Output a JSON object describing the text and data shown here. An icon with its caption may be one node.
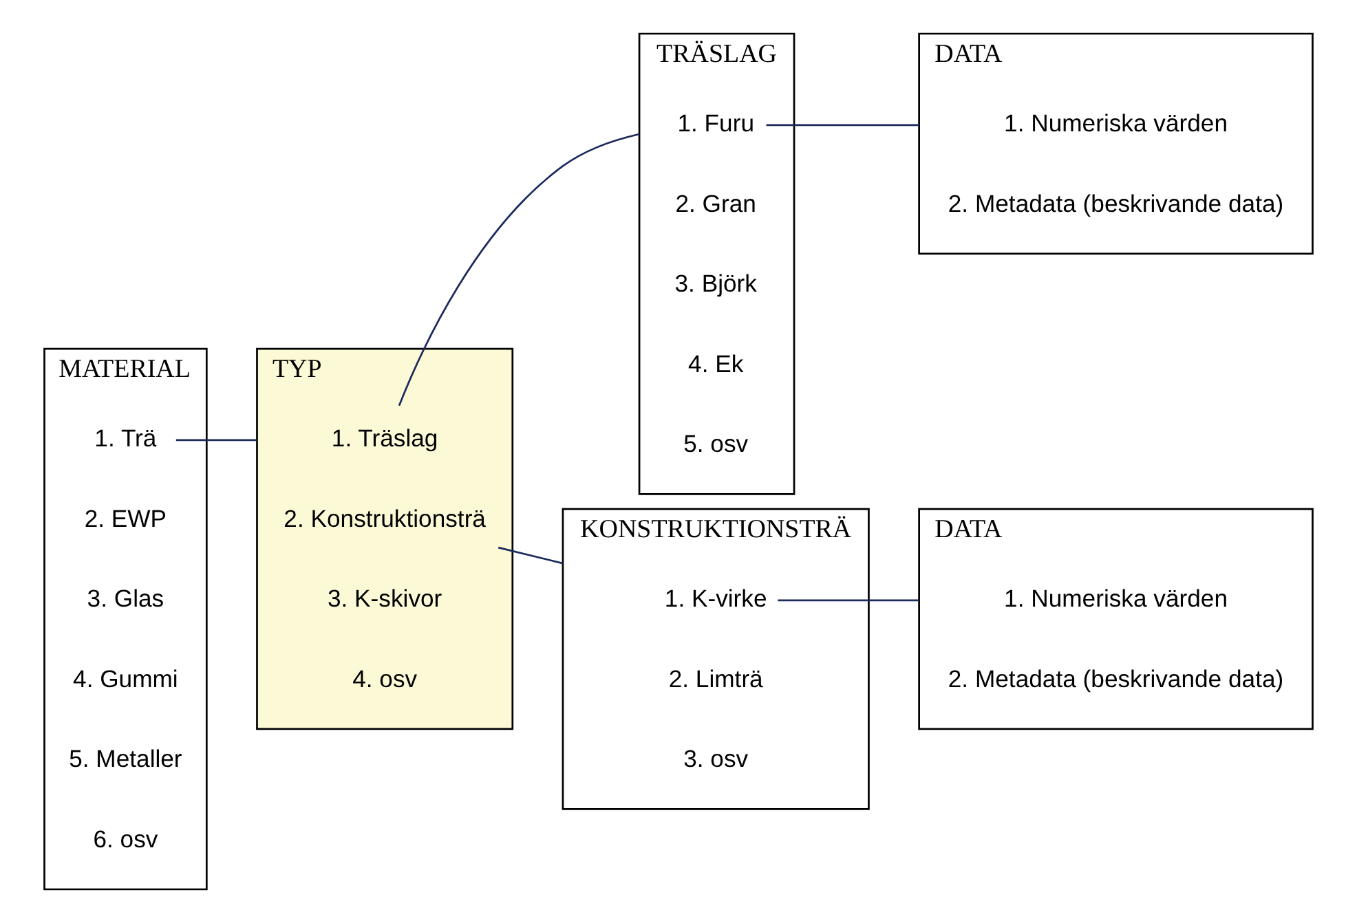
{
  "diagram": {
    "nodes": [
      {
        "text": [
          "MATERIAL"
        ]
      },
      {
        "text": [
          "1. Trä"
        ],
        "in": 0
      },
      {
        "text": [
          "2. EWP"
        ],
        "in": 0
      },
      {
        "text": [
          "3. Glas"
        ],
        "in": 0
      },
      {
        "text": [
          "4. Gummi"
        ],
        "in": 0
      },
      {
        "text": [
          "5. Metaller"
        ],
        "in": 0
      },
      {
        "text": [
          "6. osv"
        ],
        "in": 0
      },
      {
        "text": [
          "TYP"
        ]
      },
      {
        "text": [
          "1. Träslag"
        ],
        "in": 7
      },
      {
        "text": [
          "2. Konstruktionsträ"
        ],
        "in": 7
      },
      {
        "text": [
          "3. K-skivor"
        ],
        "in": 7
      },
      {
        "text": [
          "4. osv"
        ],
        "in": 7
      },
      {
        "text": [
          "TRÄSLAG"
        ]
      },
      {
        "text": [
          "1. Furu"
        ],
        "in": 12
      },
      {
        "text": [
          "2. Gran"
        ],
        "in": 12
      },
      {
        "text": [
          "3. Björk"
        ],
        "in": 12
      },
      {
        "text": [
          "4. Ek"
        ],
        "in": 12
      },
      {
        "text": [
          "5. osv"
        ],
        "in": 12
      },
      {
        "text": [
          "DATA"
        ]
      },
      {
        "text": [
          "1. Numeriska värden"
        ],
        "in": 18
      },
      {
        "text": [
          "2. Metadata (beskrivande data)"
        ],
        "in": 18
      },
      {
        "text": [
          "KONSTRUKTIONSTRÄ"
        ]
      },
      {
        "text": [
          "1. K-virke"
        ],
        "in": 21
      },
      {
        "text": [
          "2. Limträ"
        ],
        "in": 21
      },
      {
        "text": [
          "3. osv"
        ],
        "in": 21
      },
      {
        "text": [
          "DATA"
        ]
      },
      {
        "text": [
          "1. Numeriska värden"
        ],
        "in": 25
      },
      {
        "text": [
          "2. Metadata (beskrivande data)"
        ],
        "in": 25
      }
    ],
    "edges": [
      {
        "from": 1,
        "to": 7,
        "arrow": "none"
      },
      {
        "from": 8,
        "to": 12,
        "arrow": "none"
      },
      {
        "from": 9,
        "to": 21,
        "arrow": "none"
      },
      {
        "from": 13,
        "to": 18,
        "arrow": "none"
      },
      {
        "from": 22,
        "to": 25,
        "arrow": "none"
      }
    ]
  }
}
